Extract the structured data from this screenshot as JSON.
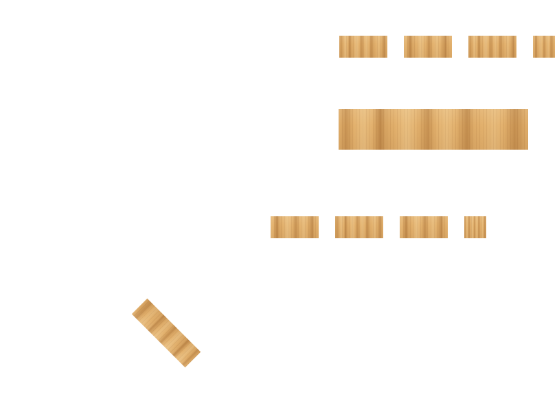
{
  "scene": {
    "background_color": "#ffffff",
    "plank_color": "#e2b06c",
    "plank_grain_color": "#8c5019"
  },
  "planks": [
    {
      "name": "plank-row1-1"
    },
    {
      "name": "plank-row1-2"
    },
    {
      "name": "plank-row1-3"
    },
    {
      "name": "plank-row1-4"
    },
    {
      "name": "plank-wide"
    },
    {
      "name": "plank-row3-1"
    },
    {
      "name": "plank-row3-2"
    },
    {
      "name": "plank-row3-3"
    },
    {
      "name": "plank-row3-4"
    },
    {
      "name": "plank-tilted"
    }
  ]
}
